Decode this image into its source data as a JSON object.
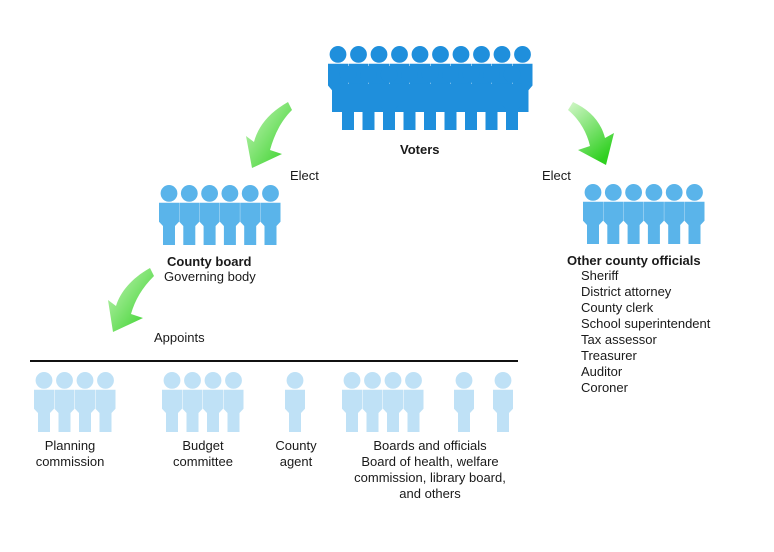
{
  "colors": {
    "voters": "#1f8fdc",
    "elected": "#5ab4ea",
    "appointed": "#bfe1f6",
    "arrow_light": "#b6f2a8",
    "arrow_dark": "#36d22a",
    "divider": "#111111"
  },
  "icons": [
    "person-icon",
    "curved-arrow-icon"
  ],
  "voters": {
    "title": "Voters",
    "back_row_count": 10,
    "front_row_count": 9
  },
  "elect_left": {
    "label": "Elect"
  },
  "elect_right": {
    "label": "Elect"
  },
  "county_board": {
    "title": "County board",
    "subtitle": "Governing body",
    "count": 6
  },
  "other_officials": {
    "title": "Other county officials",
    "count": 6,
    "items": [
      "Sheriff",
      "District attorney",
      "County clerk",
      "School superintendent",
      "Tax assessor",
      "Treasurer",
      "Auditor",
      "Coroner"
    ]
  },
  "appoints": {
    "label": "Appoints"
  },
  "appointed": [
    {
      "lines": [
        "Planning",
        "commission"
      ],
      "count": 4
    },
    {
      "lines": [
        "Budget",
        "committee"
      ],
      "count": 4
    },
    {
      "lines": [
        "County",
        "agent"
      ],
      "count": 1
    },
    {
      "lines": [
        "Boards and officials",
        "Board of health, welfare",
        "commission, library board,",
        "and others"
      ],
      "count": 6
    }
  ]
}
